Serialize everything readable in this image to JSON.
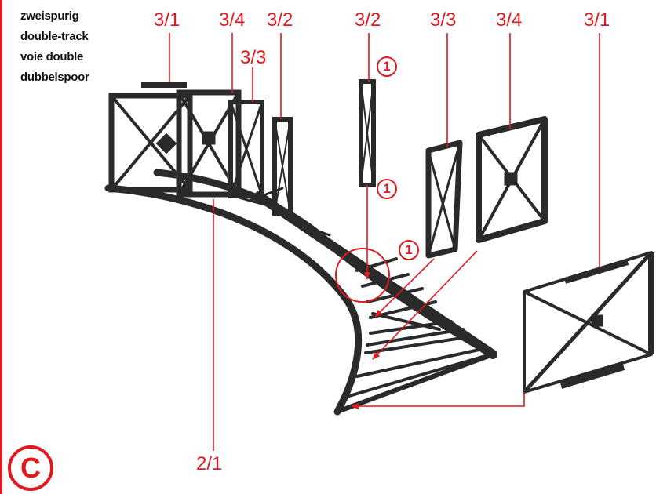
{
  "track_type": {
    "lines": [
      "zweispurig",
      "double-track",
      "voie double",
      "dubbelspoor"
    ]
  },
  "part_labels": {
    "p1": "3/1",
    "p2": "3/4",
    "p3": "3/2",
    "p4": "3/3",
    "p5": "3/2",
    "p6": "3/3",
    "p7": "3/4",
    "p8": "3/1",
    "base": "2/1"
  },
  "callouts": {
    "c1": "1",
    "c2": "1",
    "c3": "1"
  },
  "step": "C",
  "colors": {
    "accent": "#e0191e",
    "part": "#2a2a2a"
  }
}
